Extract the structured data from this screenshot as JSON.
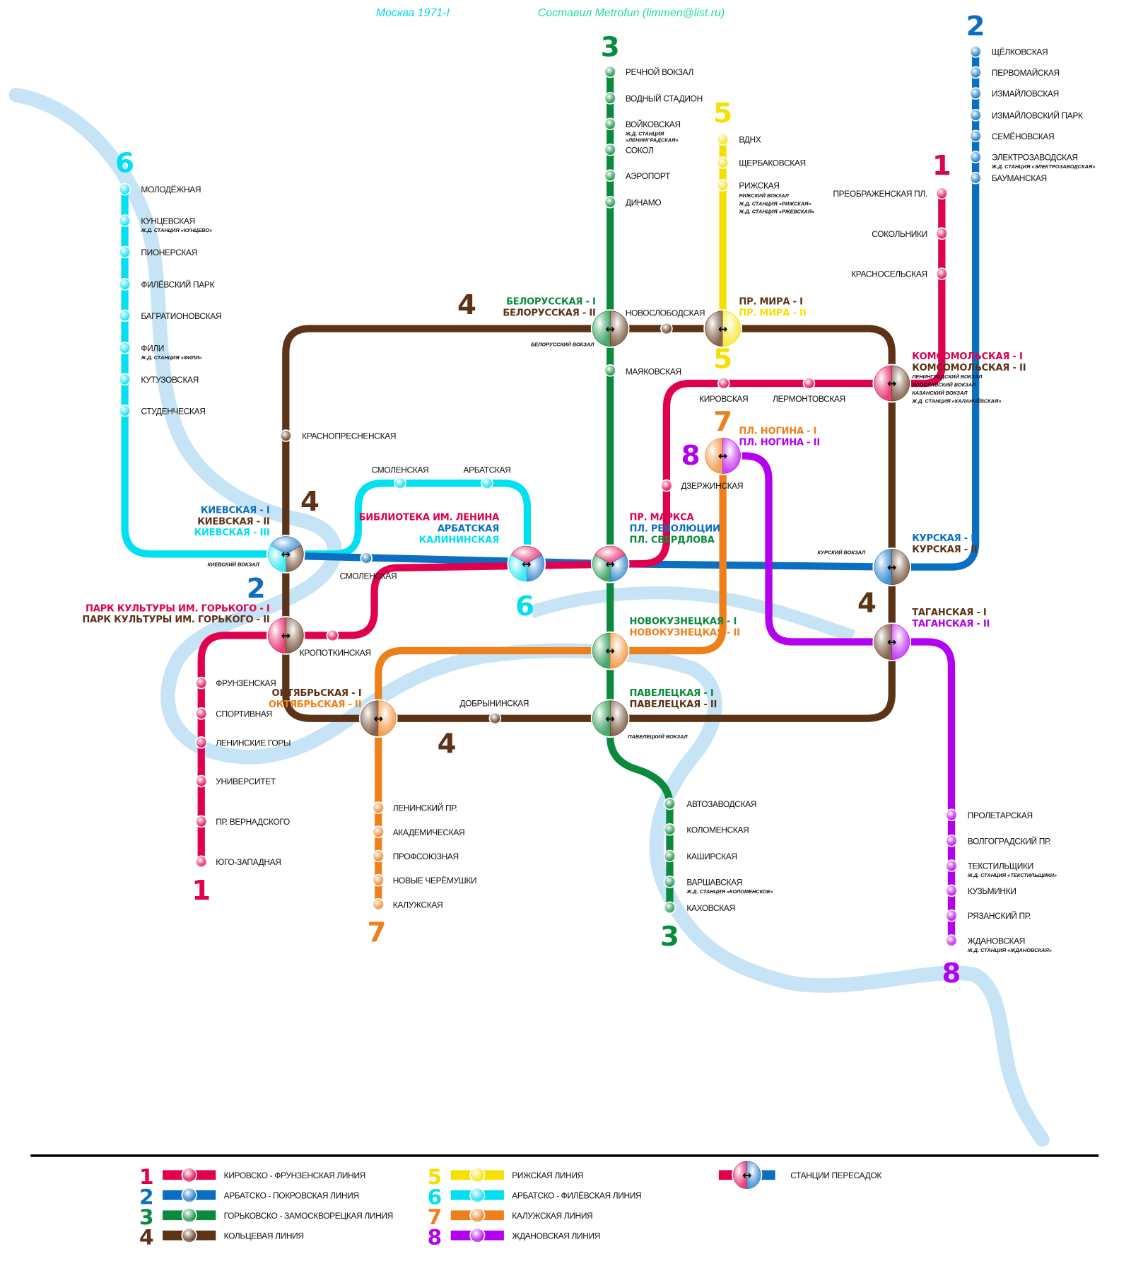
{
  "header": {
    "title": "Москва 1971-I",
    "author": "Составил Metrofun (limmen@list.ru)"
  },
  "colors": {
    "river": "#c6e4f5",
    "header_title": "#00d8f0",
    "header_author": "#22dd99"
  },
  "lines": {
    "1": {
      "number": "1",
      "name": "КИРОВСКО - ФРУНЗЕНСКАЯ ЛИНИЯ",
      "color": "#e0004d",
      "stations": [
        {
          "name": "ПРЕОБРАЖЕНСКАЯ ПЛ."
        },
        {
          "name": "СОКОЛЬНИКИ"
        },
        {
          "name": "КРАСНОСЕЛЬСКАЯ"
        },
        {
          "name": "ЛЕРМОНТОВСКАЯ"
        },
        {
          "name": "КИРОВСКАЯ"
        },
        {
          "name": "ДЗЕРЖИНСКАЯ"
        },
        {
          "name": "КРОПОТКИНСКАЯ"
        },
        {
          "name": "ФРУНЗЕНСКАЯ"
        },
        {
          "name": "СПОРТИВНАЯ"
        },
        {
          "name": "ЛЕНИНСКИЕ ГОРЫ"
        },
        {
          "name": "УНИВЕРСИТЕТ"
        },
        {
          "name": "ПР. ВЕРНАДСКОГО"
        },
        {
          "name": "ЮГО-ЗАПАДНАЯ"
        }
      ]
    },
    "2": {
      "number": "2",
      "name": "АРБАТСКО - ПОКРОВСКАЯ ЛИНИЯ",
      "color": "#0a6fc2",
      "stations": [
        {
          "name": "ЩЁЛКОВСКАЯ"
        },
        {
          "name": "ПЕРВОМАЙСКАЯ"
        },
        {
          "name": "ИЗМАЙЛОВСКАЯ"
        },
        {
          "name": "ИЗМАЙЛОВСКИЙ ПАРК"
        },
        {
          "name": "СЕМЁНОВСКАЯ"
        },
        {
          "name": "ЭЛЕКТРОЗАВОДСКАЯ",
          "notes": [
            "Ж.Д. СТАНЦИЯ «ЭЛЕКТРОЗАВОДСКАЯ»"
          ]
        },
        {
          "name": "БАУМАНСКАЯ"
        },
        {
          "name": "СМОЛЕНСКАЯ"
        }
      ]
    },
    "3": {
      "number": "3",
      "name": "ГОРЬКОВСКО - ЗАМОСКВОРЕЦКАЯ ЛИНИЯ",
      "color": "#0a8a3c",
      "stations": [
        {
          "name": "РЕЧНОЙ ВОКЗАЛ"
        },
        {
          "name": "ВОДНЫЙ СТАДИОН"
        },
        {
          "name": "ВОЙКОВСКАЯ",
          "notes": [
            "Ж.Д. СТАНЦИЯ",
            "«ЛЕНИНГРАДСКАЯ»"
          ]
        },
        {
          "name": "СОКОЛ"
        },
        {
          "name": "АЭРОПОРТ"
        },
        {
          "name": "ДИНАМО"
        },
        {
          "name": "МАЯКОВСКАЯ"
        },
        {
          "name": "АВТОЗАВОДСКАЯ"
        },
        {
          "name": "КОЛОМЕНСКАЯ"
        },
        {
          "name": "КАШИРСКАЯ"
        },
        {
          "name": "ВАРШАВСКАЯ",
          "notes": [
            "Ж.Д. СТАНЦИЯ «КОЛОМЕНСКОЕ»"
          ]
        },
        {
          "name": "КАХОВСКАЯ"
        }
      ]
    },
    "4": {
      "number": "4",
      "name": "КОЛЬЦЕВАЯ ЛИНИЯ",
      "color": "#5c3317",
      "stations": [
        {
          "name": "НОВОСЛОБОДСКАЯ"
        },
        {
          "name": "КРАСНОПРЕСНЕНСКАЯ"
        },
        {
          "name": "ДОБРЫНИНСКАЯ"
        }
      ]
    },
    "5": {
      "number": "5",
      "name": "РИЖСКАЯ ЛИНИЯ",
      "color": "#f5e000",
      "stations": [
        {
          "name": "ВДНХ"
        },
        {
          "name": "ЩЕРБАКОВСКАЯ"
        },
        {
          "name": "РИЖСКАЯ",
          "notes": [
            "РИЖСКИЙ ВОКЗАЛ",
            "Ж.Д. СТАНЦИЯ «РИЖСКАЯ»",
            "Ж.Д. СТАНЦИЯ «РЖЕВСКАЯ»"
          ]
        }
      ]
    },
    "6": {
      "number": "6",
      "name": "АРБАТСКО - ФИЛЁВСКАЯ ЛИНИЯ",
      "color": "#00e0f0",
      "stations": [
        {
          "name": "МОЛОДЁЖНАЯ"
        },
        {
          "name": "КУНЦЕВСКАЯ",
          "notes": [
            "Ж.Д. СТАНЦИЯ «КУНЦЕВО»"
          ]
        },
        {
          "name": "ПИОНЕРСКАЯ"
        },
        {
          "name": "ФИЛЁВСКИЙ ПАРК"
        },
        {
          "name": "БАГРАТИОНОВСКАЯ"
        },
        {
          "name": "ФИЛИ",
          "notes": [
            "Ж.Д. СТАНЦИЯ «ФИЛИ»"
          ]
        },
        {
          "name": "КУТУЗОВСКАЯ"
        },
        {
          "name": "СТУДЕНЧЕСКАЯ"
        },
        {
          "name": "СМОЛЕНСКАЯ"
        },
        {
          "name": "АРБАТСКАЯ"
        }
      ]
    },
    "7": {
      "number": "7",
      "name": "КАЛУЖСКАЯ ЛИНИЯ",
      "color": "#ee7f1a",
      "stations": [
        {
          "name": "ЛЕНИНСКИЙ ПР."
        },
        {
          "name": "АКАДЕМИЧЕСКАЯ"
        },
        {
          "name": "ПРОФСОЮЗНАЯ"
        },
        {
          "name": "НОВЫЕ ЧЕРЁМУШКИ"
        },
        {
          "name": "КАЛУЖСКАЯ"
        }
      ]
    },
    "8": {
      "number": "8",
      "name": "ЖДАНОВСКАЯ ЛИНИЯ",
      "color": "#b400f0",
      "stations": [
        {
          "name": "ПРОЛЕТАРСКАЯ"
        },
        {
          "name": "ВОЛГОГРАДСКИЙ ПР."
        },
        {
          "name": "ТЕКСТИЛЬЩИКИ",
          "notes": [
            "Ж.Д. СТАНЦИЯ «ТЕКСТИЛЬЩИКИ»"
          ]
        },
        {
          "name": "КУЗЬМИНКИ"
        },
        {
          "name": "РЯЗАНСКИЙ ПР."
        },
        {
          "name": "ЖДАНОВСКАЯ",
          "notes": [
            "Ж.Д. СТАНЦИЯ «ЖДАНОВСКАЯ»"
          ]
        }
      ]
    }
  },
  "transfers": {
    "belorusskaya": {
      "names": [
        "БЕЛОРУССКАЯ - I",
        "БЕЛОРУССКАЯ - II"
      ],
      "notes": [
        "БЕЛОРУССКИЙ ВОКЗАЛ"
      ]
    },
    "pr_mira": {
      "names": [
        "ПР. МИРА - I",
        "ПР. МИРА - II"
      ]
    },
    "komsomolskaya": {
      "names": [
        "КОМСОМОЛЬСКАЯ - I",
        "КОМСОМОЛЬСКАЯ - II"
      ],
      "notes": [
        "ЛЕНИНГРАДСКИЙ ВОКЗАЛ",
        "ЯРОСЛАВСКИЙ ВОКЗАЛ",
        "КАЗАНСКИЙ ВОКЗАЛ",
        "Ж.Д. СТАНЦИЯ «КАЛАНЧЁВСКАЯ»"
      ]
    },
    "nogina": {
      "names": [
        "ПЛ. НОГИНА - I",
        "ПЛ. НОГИНА - II"
      ]
    },
    "center": {
      "names": [
        "ПР. МАРКСА",
        "ПЛ. РЕВОЛЮЦИИ",
        "ПЛ. СВЕРДЛОВА"
      ]
    },
    "kurskaya": {
      "names": [
        "КУРСКАЯ - I",
        "КУРСКАЯ - II"
      ],
      "notes": [
        "КУРСКИЙ ВОКЗАЛ"
      ]
    },
    "taganskaya": {
      "names": [
        "ТАГАНСКАЯ - I",
        "ТАГАНСКАЯ - II"
      ]
    },
    "novokuznetskaya": {
      "names": [
        "НОВОКУЗНЕЦКАЯ - I",
        "НОВОКУЗНЕЦКАЯ - II"
      ]
    },
    "paveletskaya": {
      "names": [
        "ПАВЕЛЕЦКАЯ - I",
        "ПАВЕЛЕЦКАЯ - II"
      ],
      "notes": [
        "ПАВЕЛЕЦКИЙ ВОКЗАЛ"
      ]
    },
    "oktyabrskaya": {
      "names": [
        "ОКТЯБРЬСКАЯ - I",
        "ОКТЯБРЬСКАЯ - II"
      ]
    },
    "park_kultury": {
      "names": [
        "ПАРК КУЛЬТУРЫ ИМ. ГОРЬКОГО - I",
        "ПАРК КУЛЬТУРЫ ИМ. ГОРЬКОГО - II"
      ]
    },
    "kievskaya": {
      "names": [
        "КИЕВСКАЯ - I",
        "КИЕВСКАЯ - II",
        "КИЕВСКАЯ - III"
      ],
      "notes": [
        "КИЕВСКИЙ ВОКЗАЛ"
      ]
    },
    "biblioteka": {
      "names": [
        "БИБЛИОТЕКА ИМ. ЛЕНИНА",
        "АРБАТСКАЯ",
        "КАЛИНИНСКАЯ"
      ]
    }
  },
  "legend": {
    "transfer_label": "СТАНЦИИ ПЕРЕСАДОК",
    "transfer_symbol": "↔"
  }
}
